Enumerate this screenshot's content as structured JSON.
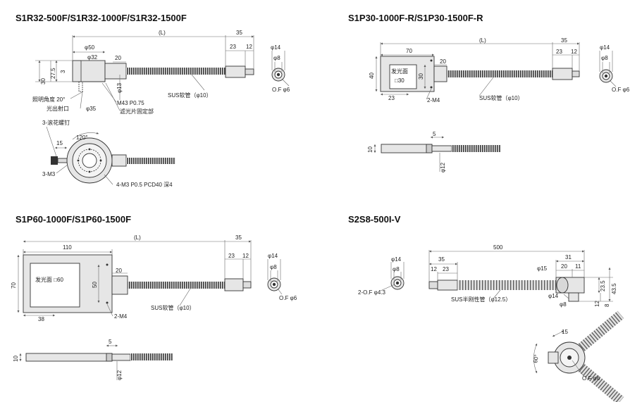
{
  "titles": {
    "s1r32": "S1R32-500F/S1R32-1000F/S1R32-1500F",
    "s1p30": "S1P30-1000F-R/S1P30-1500F-R",
    "s1p60": "S1P60-1000F/S1P60-1500F",
    "s2s8": "S2S8-500I-V"
  },
  "s1r32": {
    "L": "(L)",
    "d35": "35",
    "d23": "23",
    "d12": "12",
    "phi14": "φ14",
    "phi8": "φ8",
    "of6": "O.F φ6",
    "phi50": "φ50",
    "phi32": "φ32",
    "d20": "20",
    "d30": "30",
    "d27_5": "27.5",
    "d3": "3",
    "phi13": "φ13",
    "angle": "照明角度 20°",
    "exit": "光出射口",
    "phi35": "φ35",
    "m43": "M43 P0.75",
    "filter": "滤光片固定部",
    "sus": "SUS软管（φ10）",
    "knurl": "3-滚花螺钉",
    "a120": "120°",
    "d15": "15",
    "m3": "3-M3",
    "m3pcd": "4-M3 P0.5 PCD40 深4"
  },
  "s1p30": {
    "L": "(L)",
    "d35": "35",
    "d70": "70",
    "d23": "23",
    "d12": "12",
    "phi14": "φ14",
    "phi8": "φ8",
    "of6": "O.F φ6",
    "d40": "40",
    "d20": "20",
    "d30": "30",
    "face": "发光面",
    "sq": "□30",
    "d23b": "23",
    "m4": "2-M4",
    "sus": "SUS软管（φ10）",
    "d5": "5",
    "d10": "10",
    "phi12": "φ12"
  },
  "s1p60": {
    "L": "(L)",
    "d35": "35",
    "d110": "110",
    "d23": "23",
    "d12": "12",
    "phi14": "φ14",
    "phi8": "φ8",
    "of6": "O.F φ6",
    "d70": "70",
    "d20": "20",
    "d50": "50",
    "face": "发光面 □60",
    "d38": "38",
    "m4": "2-M4",
    "sus": "SUS软管（φ10）",
    "d5": "5",
    "d10": "10",
    "phi12": "φ12"
  },
  "s2s8": {
    "phi14": "φ14",
    "phi8": "φ8",
    "of43": "2-O.F φ4.3",
    "d500": "500",
    "d35": "35",
    "d12": "12",
    "d23": "23",
    "d31": "31",
    "phi15": "φ15",
    "d20": "20",
    "d11": "11",
    "d23_5": "23.5",
    "d43_5": "43.5",
    "phi14b": "φ14",
    "phi8b": "φ8",
    "d12b": "12",
    "d8": "8",
    "sus": "SUS半刚性管（φ12.5）",
    "d15": "15",
    "a60": "60°",
    "of6": "O.F φ6"
  },
  "colors": {
    "body_fill": "#e6e6e6",
    "face_fill": "#ffffff",
    "tube_light": "#cfcfcf",
    "tube_dark": "#3a3a3a",
    "dim_line": "#6a6a6a"
  }
}
